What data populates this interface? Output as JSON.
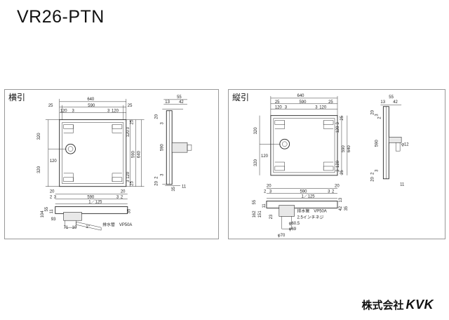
{
  "title": "VR26-PTN",
  "panels": {
    "left": {
      "label": "横引",
      "dims": {
        "w640": "640",
        "w25a": "25",
        "w590": "590",
        "w25b": "25",
        "w120a": "120",
        "w3a": "3",
        "w3b": "3",
        "w120b": "120",
        "h320a": "320",
        "h320b": "320",
        "h120": "120",
        "r25a": "25",
        "r3a": "3",
        "r120a": "120",
        "r590": "590",
        "r640": "640",
        "r120b": "120",
        "r3b": "3",
        "r25b": "25",
        "s55": "55",
        "s13": "13",
        "s42": "42",
        "s20a": "20",
        "s3a": "3",
        "s590": "590",
        "s3b": "3",
        "s2": "2",
        "s20b": "20",
        "s35": "35",
        "s11": "11",
        "b20": "20",
        "b3a": "3",
        "b2": "2",
        "b590": "590",
        "b3b": "3",
        "b2b": "2",
        "b20b": "20",
        "slope": "1／125",
        "v104": "104",
        "v55": "55",
        "v93": "93",
        "v11": "11",
        "v71": "71",
        "v10": "10",
        "v35": "35",
        "angle": "1°",
        "pipe": "排水管　VP50A"
      }
    },
    "right": {
      "label": "縦引",
      "dims": {
        "w640": "640",
        "w25a": "25",
        "w590": "590",
        "w25b": "25",
        "w120a": "120",
        "w3a": "3",
        "w3b": "3",
        "w120b": "120",
        "h320a": "320",
        "h320b": "320",
        "h120": "120",
        "r25a": "25",
        "r3a": "3",
        "r120a": "120",
        "r590": "590",
        "r640": "640",
        "r120b": "120",
        "r3b": "3",
        "r25b": "25",
        "s55": "55",
        "s13": "13",
        "s42": "42",
        "s20a": "20",
        "s3a": "3",
        "s2a": "2",
        "s590": "590",
        "s3b": "3",
        "s2b": "2",
        "s20b": "20",
        "s11": "11",
        "phi12": "φ12",
        "b20": "20",
        "b2": "2",
        "b3": "3",
        "b590": "590",
        "b3b": "3",
        "b2b": "2",
        "b20b": "20",
        "slope": "1／125",
        "v162": "162",
        "v55": "55",
        "v151": "151",
        "v11": "11",
        "v23": "23",
        "v13": "13",
        "v42": "42",
        "v35": "35",
        "pipe": "排水管　VP50A",
        "thread": "2.5インチネジ",
        "phi605": "φ60.5",
        "phi69": "φ69",
        "phi70": "φ70"
      }
    }
  },
  "brand": {
    "jp": "株式会社",
    "en": "KVK"
  }
}
